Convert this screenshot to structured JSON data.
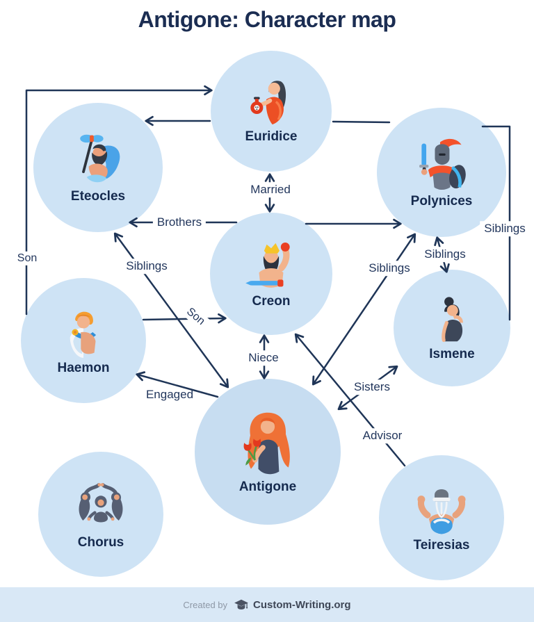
{
  "title": "Antigone: Character map",
  "colors": {
    "background": "#ffffff",
    "node_circle": "#cee3f5",
    "antigone_circle": "#c7ddf1",
    "line": "#1f3557",
    "node_text": "#152a4e",
    "relation_text": "#22365c",
    "footer_bg": "#d9e8f6"
  },
  "nodes": [
    {
      "id": "euridice",
      "name": "Euridice",
      "icon": "woman-holding-poison-bottle"
    },
    {
      "id": "eteocles",
      "name": "Eteocles",
      "icon": "bearded-man-with-axe-blue-cape"
    },
    {
      "id": "polynices",
      "name": "Polynices",
      "icon": "warrior-helmet-sword-shield"
    },
    {
      "id": "creon",
      "name": "Creon",
      "icon": "king-crown-raised-fist-sword"
    },
    {
      "id": "haemon",
      "name": "Haemon",
      "icon": "young-man-white-cape"
    },
    {
      "id": "ismene",
      "name": "Ismene",
      "icon": "woman-hair-bun-dark-dress"
    },
    {
      "id": "antigone",
      "name": "Antigone",
      "icon": "woman-long-red-hair-tulips"
    },
    {
      "id": "chorus",
      "name": "Chorus",
      "icon": "three-hooded-dancing-figures"
    },
    {
      "id": "teiresias",
      "name": "Teiresias",
      "icon": "blind-old-man-blindfold"
    }
  ],
  "edges": [
    {
      "label": "Son",
      "from": "Haemon",
      "to": "Euridice",
      "arrows": "single",
      "route": "left-outer"
    },
    {
      "label": "",
      "from": "Polynices",
      "to": "Eteocles",
      "arrows": "single",
      "route": "top-behind-euridice"
    },
    {
      "label": "Married",
      "from": "Euridice",
      "to": "Creon",
      "arrows": "double",
      "route": "direct"
    },
    {
      "label": "Brothers",
      "from": "Eteocles",
      "to": "Polynices",
      "arrows": "double",
      "route": "behind-creon"
    },
    {
      "label": "Siblings",
      "from": "Antigone",
      "to": "Eteocles",
      "arrows": "double",
      "route": "diagonal"
    },
    {
      "label": "Son",
      "from": "Haemon",
      "to": "Creon",
      "arrows": "single",
      "route": "direct"
    },
    {
      "label": "Siblings",
      "from": "Antigone",
      "to": "Polynices",
      "arrows": "double",
      "route": "diagonal"
    },
    {
      "label": "Siblings",
      "from": "Polynices",
      "to": "Ismene",
      "arrows": "double",
      "route": "direct"
    },
    {
      "label": "Siblings",
      "from": "Polynices",
      "to": "Ismene",
      "arrows": "none",
      "route": "right-outer"
    },
    {
      "label": "Niece",
      "from": "Creon",
      "to": "Antigone",
      "arrows": "double",
      "route": "direct"
    },
    {
      "label": "Engaged",
      "from": "Antigone",
      "to": "Haemon",
      "arrows": "single",
      "route": "direct"
    },
    {
      "label": "Sisters",
      "from": "Antigone",
      "to": "Ismene",
      "arrows": "double",
      "route": "direct"
    },
    {
      "label": "Advisor",
      "from": "Teiresias",
      "to": "Creon",
      "arrows": "single",
      "route": "direct"
    }
  ],
  "footer": {
    "created_by": "Created by",
    "brand": "Custom-Writing.org",
    "logo_icon": "graduation-cap-icon"
  }
}
